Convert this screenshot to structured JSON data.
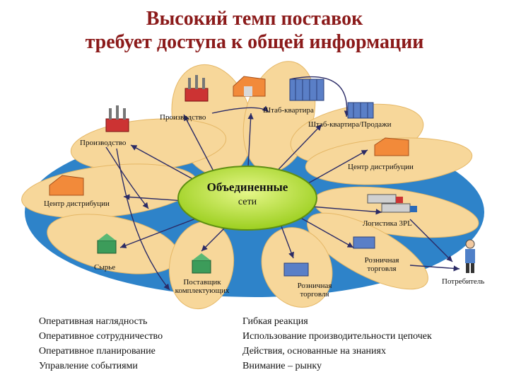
{
  "title": {
    "line1": "Высокий темп поставок",
    "line2": "требует доступа к общей информации"
  },
  "center": {
    "title": "Объединенные",
    "subtitle": "сети"
  },
  "nodes": {
    "hq": "Штаб-квартира",
    "hq_sales": "Штаб-квартира/Продажи",
    "production_top": "Производство",
    "production_left": "Производство",
    "dc_right": "Центр дистрибуции",
    "dc_left": "Центр дистрибуции",
    "logistics": "Логистика 3PL",
    "retail_right": "Розничная торговля",
    "retail_center": "Розничная торговля",
    "supplier": "Поставщик комплектующих",
    "raw": "Сырье",
    "consumer": "Потребитель"
  },
  "bullets_left": [
    "Оперативная наглядность",
    "Оперативное сотрудничество",
    "Оперативное планирование",
    "Управление событиями"
  ],
  "bullets_right": [
    "Гибкая реакция",
    "Использование производительности цепочек",
    "Действия, основанные на знаниях",
    "Внимание – рынку"
  ],
  "colors": {
    "title": "#8b1a1a",
    "ocean": "#2e83c9",
    "petal": "#f7d79a",
    "hub": "#b9e23c",
    "link": "#2b2b66"
  }
}
